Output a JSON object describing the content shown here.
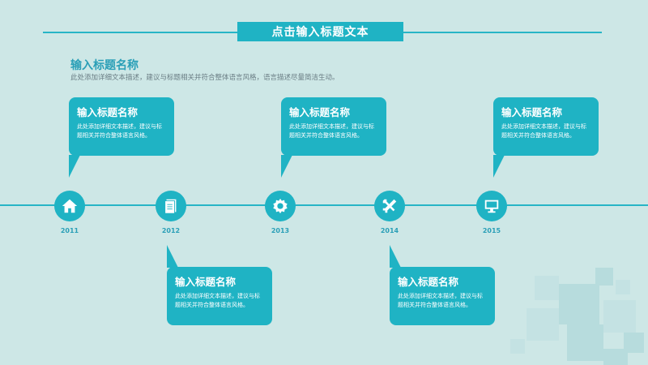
{
  "header": {
    "title": "点击输入标题文本"
  },
  "intro": {
    "title": "输入标题名称",
    "description": "此处添加详细文本描述，建议与标题相关并符合整体语言风格，语言描述尽量简洁生动。"
  },
  "milestones": [
    {
      "year": "2011",
      "icon": "home-icon"
    },
    {
      "year": "2012",
      "icon": "documents-icon"
    },
    {
      "year": "2013",
      "icon": "gear-icon"
    },
    {
      "year": "2014",
      "icon": "tools-icon"
    },
    {
      "year": "2015",
      "icon": "monitor-icon"
    }
  ],
  "bubbles": [
    {
      "title": "输入标题名称",
      "text": "此处添加详细文本描述，建议与标题相关并符合整体语言风格。"
    },
    {
      "title": "输入标题名称",
      "text": "此处添加详细文本描述，建议与标题相关并符合整体语言风格。"
    },
    {
      "title": "输入标题名称",
      "text": "此处添加详细文本描述，建议与标题相关并符合整体语言风格。"
    },
    {
      "title": "输入标题名称",
      "text": "此处添加详细文本描述，建议与标题相关并符合整体语言风格。"
    },
    {
      "title": "输入标题名称",
      "text": "此处添加详细文本描述，建议与标题相关并符合整体语言风格。"
    }
  ],
  "colors": {
    "accent": "#1fb3c4",
    "background": "#cde7e6",
    "title": "#2a9fb7"
  }
}
